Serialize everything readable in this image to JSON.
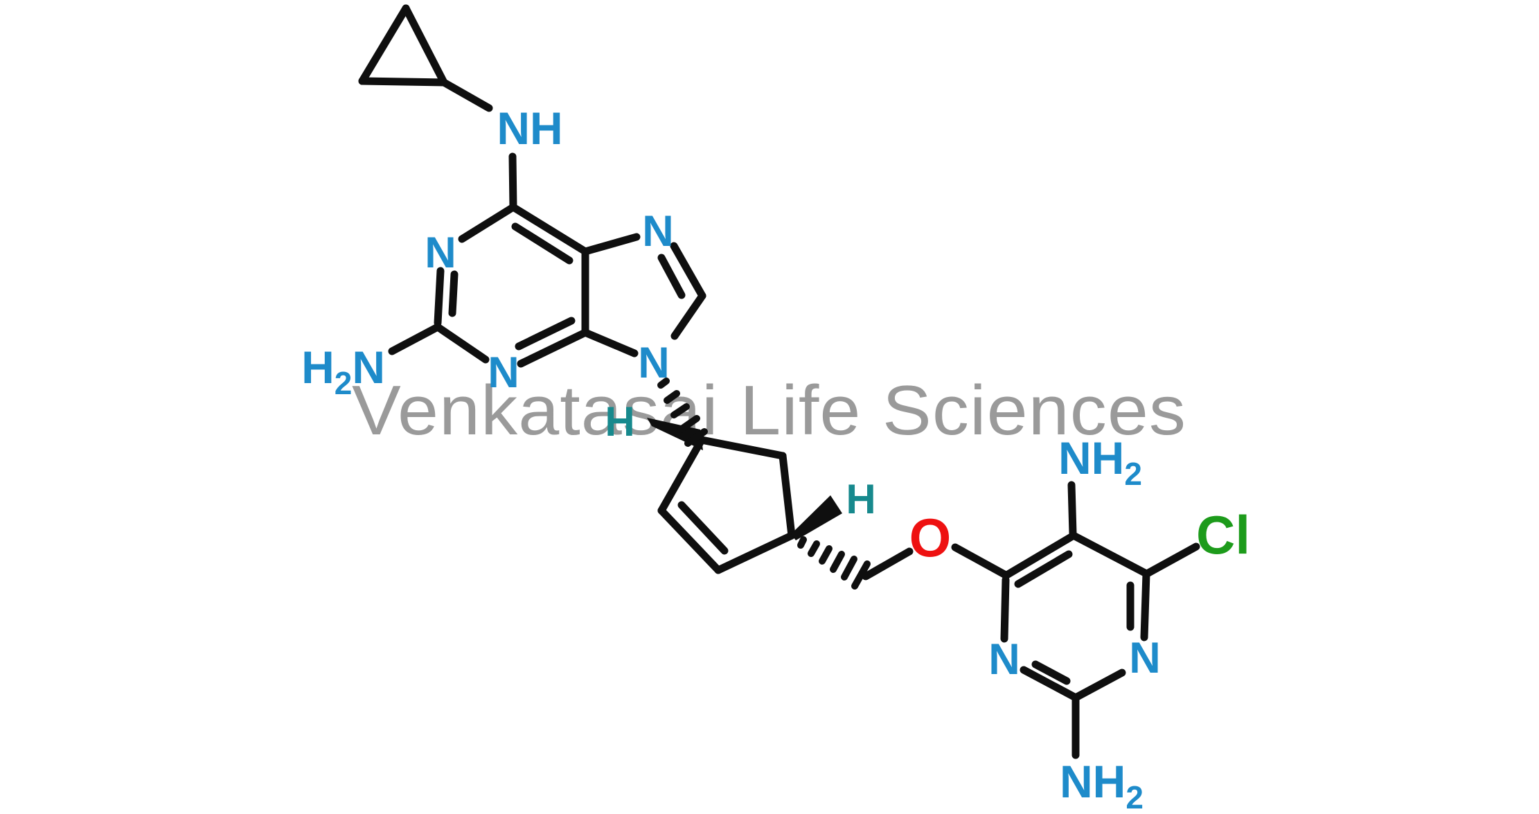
{
  "background": "#ffffff",
  "watermark": {
    "text": "Venkatasai Life Sciences",
    "color": "#9a9a9a"
  },
  "colors": {
    "bond": "#0f0f0f",
    "nitrogen_label": "#1e8bca",
    "oxygen_label": "#ee1111",
    "chlorine_label": "#1d9b1b",
    "stereo_hydrogen_label": "#17898d"
  },
  "labels": {
    "cyclopropyl_amine_nh": "NH",
    "purine_n1": "N",
    "purine_n3": "N",
    "purine_n7": "N",
    "purine_n9": "N",
    "amino_h2n": {
      "h": "H",
      "sub": "2",
      "n": "N"
    },
    "stereo_h_c1": "H",
    "stereo_h_c4": "H",
    "ether_oxygen": "O",
    "pyrimidine_nh2_top": {
      "nh": "NH",
      "sub": "2"
    },
    "chlorine": "Cl",
    "pyrimidine_n1": "N",
    "pyrimidine_n3": "N",
    "pyrimidine_nh2_bottom": {
      "nh": "NH",
      "sub": "2"
    }
  }
}
